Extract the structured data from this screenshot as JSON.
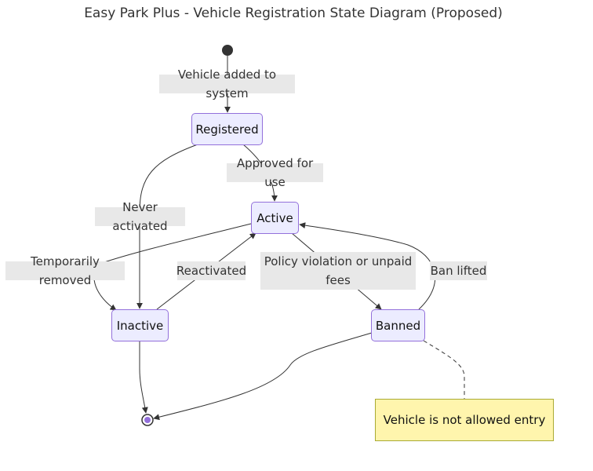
{
  "diagram": {
    "title": "Easy Park Plus - Vehicle Registration State Diagram (Proposed)",
    "states": {
      "registered": "Registered",
      "active": "Active",
      "inactive": "Inactive",
      "banned": "Banned"
    },
    "transitions": {
      "start_to_registered": "Vehicle added to system",
      "registered_to_active": "Approved for use",
      "registered_to_inactive": "Never activated",
      "active_to_inactive": "Temporarily removed",
      "inactive_to_active": "Reactivated",
      "active_to_banned": "Policy violation or unpaid fees",
      "banned_to_active": "Ban lifted"
    },
    "note": "Vehicle is not allowed entry",
    "colors": {
      "state_fill": "#ececff",
      "state_border": "#9370db",
      "note_fill": "#fff5ad",
      "note_border": "#aaaa33",
      "label_bg": "#e8e8e8",
      "line": "#333333"
    }
  }
}
